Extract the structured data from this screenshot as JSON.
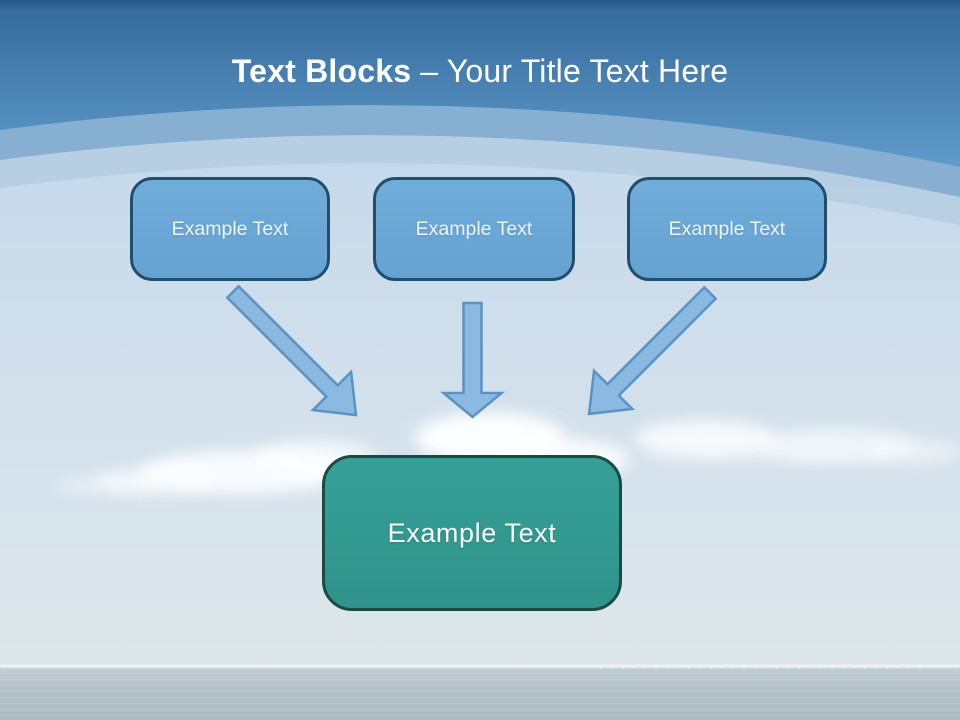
{
  "slide": {
    "title": {
      "bold": "Text Blocks",
      "rest": "– Your Title Text Here"
    },
    "text_blocks": [
      {
        "label": "Example Text"
      },
      {
        "label": "Example Text"
      },
      {
        "label": "Example Text"
      }
    ],
    "result_block": {
      "label": "Example Text"
    },
    "arrows": [
      "down-right",
      "down",
      "down-left"
    ],
    "colors": {
      "header_gradient_top": "#33689A",
      "header_gradient_bottom": "#5F9BCB",
      "header_band": "#7FA9CF",
      "block_fill": "#6BA9D8",
      "block_border": "#1F4E6E",
      "result_fill": "#339A92",
      "result_border": "#1D4A42",
      "arrow_fill": "#8ABAE2",
      "arrow_stroke": "#5B92C6",
      "title_color": "#FFFFFF",
      "sky": "#C6D9EB",
      "sea": "#B4C2C7"
    }
  }
}
